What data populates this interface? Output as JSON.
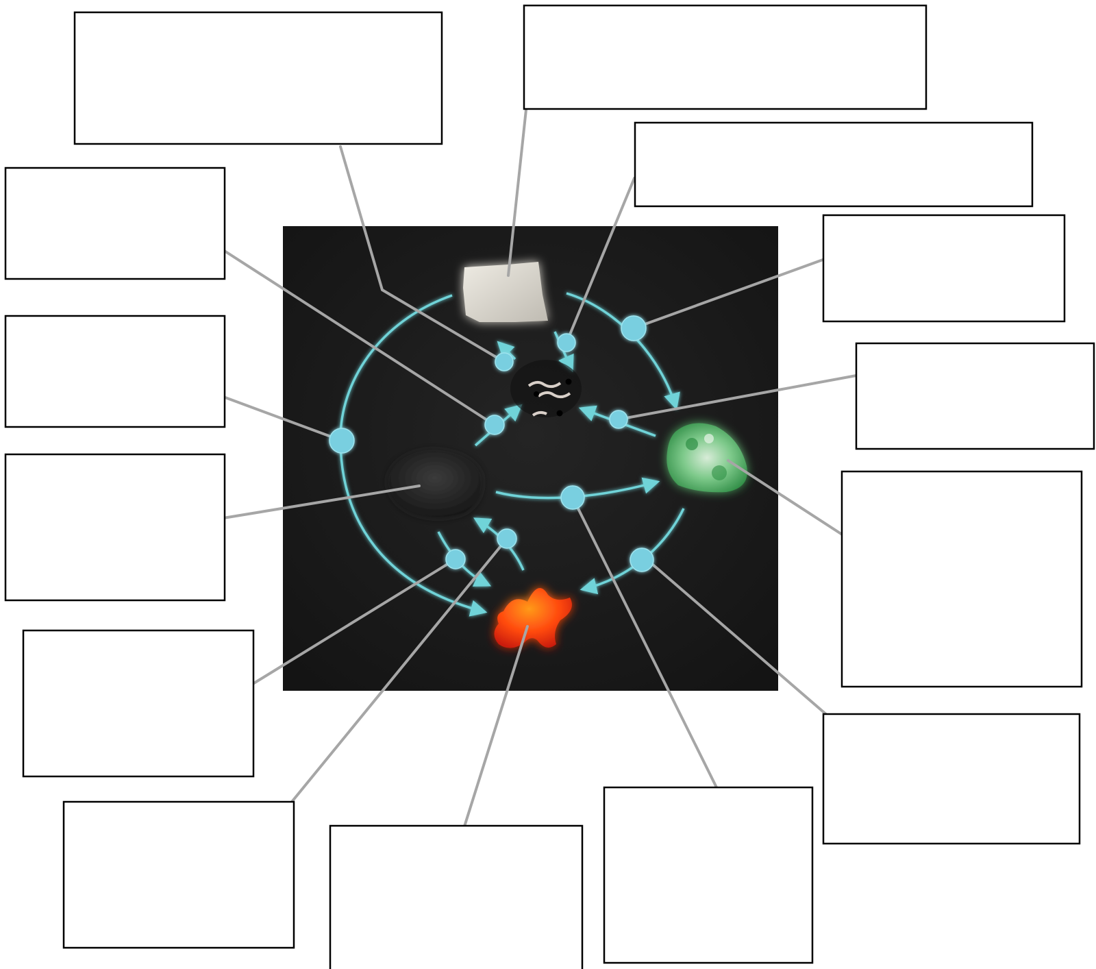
{
  "diagram": {
    "kind": "rock-cycle labeling worksheet",
    "background_panel_color": "#1b1b1b",
    "cycle_line_color": "#6fd3d8",
    "node_color": "#79cfe0",
    "leader_line_color": "#a6a6a6",
    "materials": [
      {
        "name": "sedimentary-rock",
        "color": "#dedbd2"
      },
      {
        "name": "sediments",
        "color": "#d9d0c9"
      },
      {
        "name": "metamorphic-rock",
        "color": "#3fa857"
      },
      {
        "name": "igneous-rock",
        "color": "#2a2a2a"
      },
      {
        "name": "magma",
        "color": "#ff4a10"
      }
    ],
    "label_boxes": [
      {
        "id": "box-1",
        "text": ""
      },
      {
        "id": "box-2",
        "text": ""
      },
      {
        "id": "box-3",
        "text": ""
      },
      {
        "id": "box-4",
        "text": ""
      },
      {
        "id": "box-5",
        "text": ""
      },
      {
        "id": "box-6",
        "text": ""
      },
      {
        "id": "box-7",
        "text": ""
      },
      {
        "id": "box-8",
        "text": ""
      },
      {
        "id": "box-9",
        "text": ""
      },
      {
        "id": "box-10",
        "text": ""
      },
      {
        "id": "box-11",
        "text": ""
      },
      {
        "id": "box-12",
        "text": ""
      },
      {
        "id": "box-13",
        "text": ""
      },
      {
        "id": "box-14",
        "text": ""
      },
      {
        "id": "box-15",
        "text": ""
      }
    ]
  }
}
